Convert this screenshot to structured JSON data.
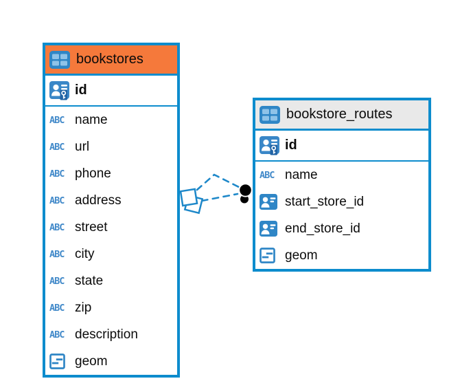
{
  "diagram": {
    "tool": "database-er-diagram",
    "background": "#ffffff"
  },
  "colors": {
    "accent_blue": "#0d8ccd",
    "icon_blue": "#2f86c6",
    "icon_cell_blue": "#8fc3e8",
    "bookstores_header_bg": "#f5793b",
    "bookstore_routes_header_bg": "#e9e9e9",
    "text_color": "#0b0b0b",
    "relation_line_blue": "#1e88c9",
    "endpoint_black": "#000000"
  },
  "icons": {
    "table": "table-grid-icon",
    "primary_key": "person-key-icon",
    "text_type": "abc-text-icon",
    "text_glyph": "ABC",
    "reference_type": "contact-card-icon",
    "geometry_type": "geometry-dash-icon",
    "relation_start_marker": "overlapping-squares-marker",
    "relation_end_marker": "black-dot-marker"
  },
  "tables": [
    {
      "title": "bookstores",
      "header_bg": "#f5793b",
      "pk": {
        "name": "id",
        "type": "primary_key"
      },
      "columns": [
        {
          "name": "name",
          "type": "text"
        },
        {
          "name": "url",
          "type": "text"
        },
        {
          "name": "phone",
          "type": "text"
        },
        {
          "name": "address",
          "type": "text"
        },
        {
          "name": "street",
          "type": "text"
        },
        {
          "name": "city",
          "type": "text"
        },
        {
          "name": "state",
          "type": "text"
        },
        {
          "name": "zip",
          "type": "text"
        },
        {
          "name": "description",
          "type": "text"
        },
        {
          "name": "geom",
          "type": "geometry"
        }
      ]
    },
    {
      "title": "bookstore_routes",
      "header_bg": "#e9e9e9",
      "pk": {
        "name": "id",
        "type": "primary_key"
      },
      "columns": [
        {
          "name": "name",
          "type": "text"
        },
        {
          "name": "start_store_id",
          "type": "reference"
        },
        {
          "name": "end_store_id",
          "type": "reference"
        },
        {
          "name": "geom",
          "type": "geometry"
        }
      ]
    }
  ],
  "relations": [
    {
      "from_table": "bookstores",
      "to_table": "bookstore_routes",
      "line_style": "dashed"
    },
    {
      "from_table": "bookstores",
      "to_table": "bookstore_routes",
      "line_style": "dashed"
    }
  ]
}
